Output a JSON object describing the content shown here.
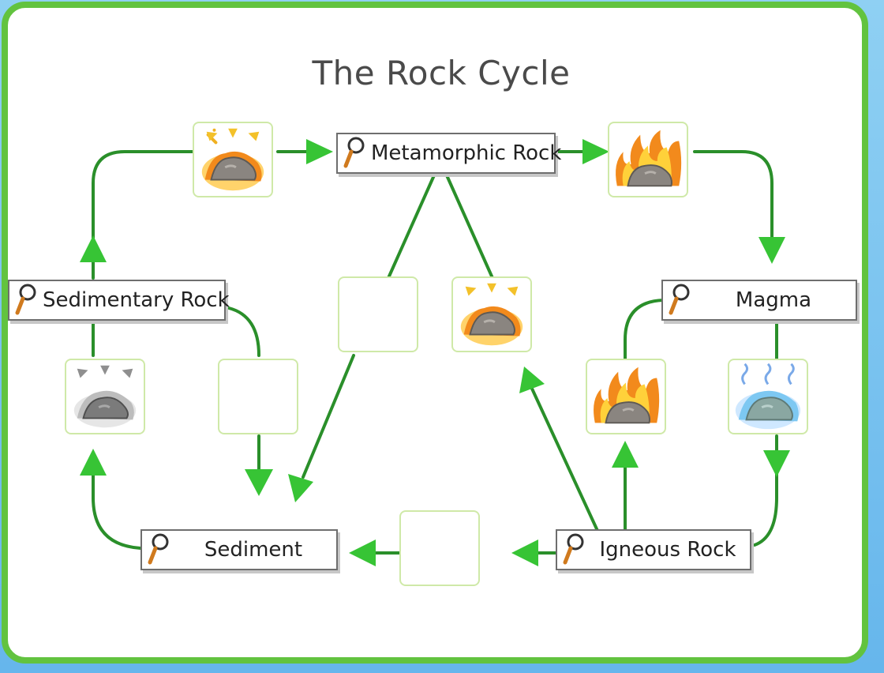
{
  "title": "The Rock Cycle",
  "colors": {
    "frame": "#62c33f",
    "arrow": "#2a8f2a",
    "arrowhead": "#37c435",
    "tile_border": "#cfe9a8"
  },
  "nodes": {
    "metamorphic": "Metamorphic Rock",
    "sedimentary": "Sedimentary Rock",
    "magma": "Magma",
    "sediment": "Sediment",
    "igneous": "Igneous Rock"
  },
  "process_icons": {
    "heat_pressure_top": "heat-pressure-icon",
    "melting_top": "melting-icon",
    "heat_pressure_center": "heat-pressure-icon",
    "melting_right": "melting-icon",
    "cooling": "cooling-icon",
    "compaction": "compaction-icon"
  }
}
